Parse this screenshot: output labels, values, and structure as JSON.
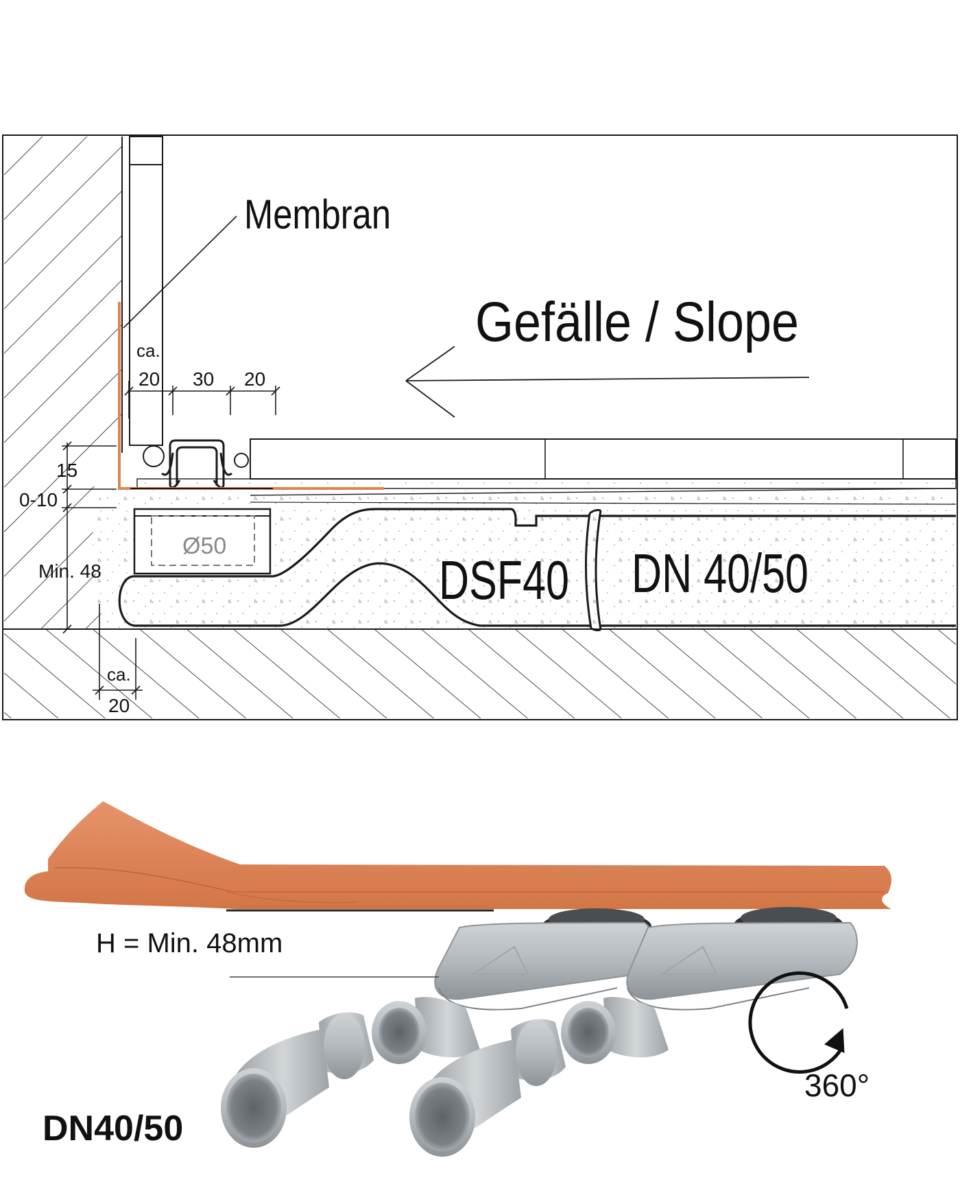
{
  "section": {
    "membrane_label": "Membran",
    "slope_label": "Gefälle / Slope",
    "dim_ca_top": "ca.",
    "dim_20_left": "20",
    "dim_30": "30",
    "dim_20_right": "20",
    "dim_15": "15",
    "dim_0_10": "0-10",
    "dim_min48": "Min. 48",
    "dim_ca_bottom": "ca.",
    "dim_20_bottom": "20",
    "trap_diameter": "Ø50",
    "trap_model": "DSF40",
    "pipe_size": "DN 40/50"
  },
  "product": {
    "height_label": "H = Min. 48mm",
    "size_label": "DN40/50",
    "rotation_label": "360°"
  },
  "colors": {
    "membrane": "#de8450",
    "membrane_dark": "#c86b3a",
    "line": "#1a1a1a",
    "grey_part": "#b4b9bd",
    "grey_dark": "#8d9398"
  },
  "icons": {
    "rotation": "rotate-360-icon",
    "slope_arrow": "arrow-left-icon"
  }
}
